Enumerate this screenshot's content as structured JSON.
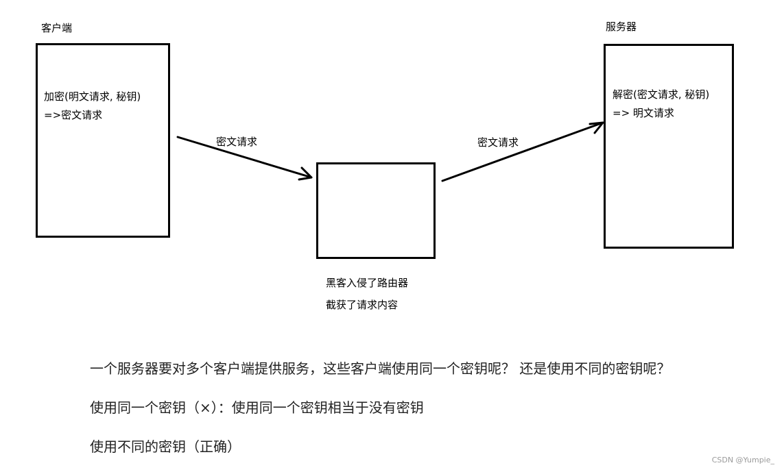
{
  "client": {
    "title": "客户端",
    "lines": [
      "加密(明文请求, 秘钥)",
      "=>密文请求"
    ]
  },
  "server": {
    "title": "服务器",
    "lines": [
      "解密(密文请求, 秘钥)",
      "=> 明文请求"
    ]
  },
  "router": {
    "caption": [
      "黑客入侵了路由器",
      "截获了请求内容"
    ]
  },
  "arrows": {
    "left_label": "密文请求",
    "right_label": "密文请求"
  },
  "notes": [
    "一个服务器要对多个客户端提供服务，这些客户端使用同一个密钥呢？  还是使用不同的密钥呢？",
    "使用同一个密钥（×）：使用同一个密钥相当于没有密钥",
    "使用不同的密钥（正确）"
  ],
  "watermark": "CSDN @Yumpie_"
}
